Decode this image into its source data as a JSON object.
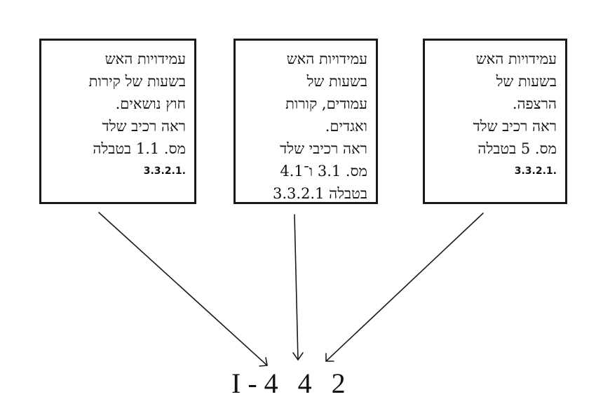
{
  "boxes": {
    "left": {
      "lines": [
        "עמידויות האש",
        "בשעות של קירות",
        "חוץ נושאים.",
        "ראה רכיב שלד",
        "מס. 1.1 בטבלה",
        ".3.3.2.1"
      ]
    },
    "middle": {
      "lines": [
        "עמידויות האש",
        "בשעות של",
        "עמודים, קורות",
        "ואגדים.",
        "ראה רכיבי שלד",
        "מס. 3.1 ו־4.1",
        "בטבלה 3.3.2.1"
      ]
    },
    "right": {
      "lines": [
        "עמידויות האש",
        "בשעות של",
        "הרצפה.",
        "ראה רכיב שלד",
        "מס. 5 בטבלה",
        ".3.3.2.1"
      ]
    }
  },
  "result": {
    "prefix": "I - 4",
    "middle_digit": "4",
    "last_digit": "2"
  }
}
